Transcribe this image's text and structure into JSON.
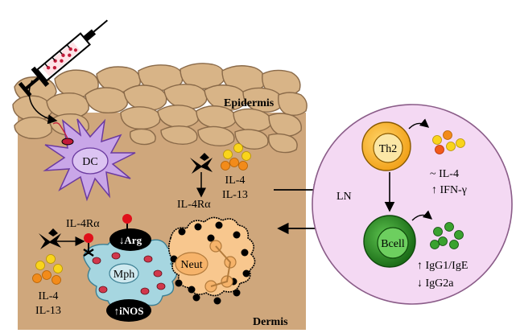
{
  "labels": {
    "epidermis": "Epidermis",
    "dermis": "Dermis",
    "dc": "DC",
    "il4ra_upper": "IL-4Rα",
    "il4_upper": "IL-4",
    "il13_upper": "IL-13",
    "il4ra_lower": "IL-4Rα",
    "il4_lower": "IL-4",
    "il13_lower": "IL-13",
    "arg": "↓Arg",
    "inos": "↑iNOS",
    "mph": "Mph",
    "neut": "Neut",
    "ln": "LN",
    "th2": "Th2",
    "bcell": "Bcell",
    "th2_out_1": "~ IL-4",
    "th2_out_2": "↑ IFN-γ",
    "b_out_1": "↑ IgG1/IgE",
    "b_out_2": "↓ IgG2a"
  },
  "colors": {
    "dermis": "#cfa77c",
    "epidermis_cell": "#d8b487",
    "cell_border": "#8a6a49",
    "dc": "#c9a6e8",
    "ln": "#f4d9f3",
    "th2": "#f2a31c",
    "bcell": "#23821f",
    "mph": "#a6d6e0",
    "neut_body": "#f8c78e",
    "inhibitor_red": "#e0101a",
    "label_bg": "#000000"
  },
  "icons": [
    "syringe-icon",
    "blocked-receptor-icon",
    "cytokine-dots-icon",
    "antibody-dots-icon",
    "curved-arrow-icon"
  ]
}
